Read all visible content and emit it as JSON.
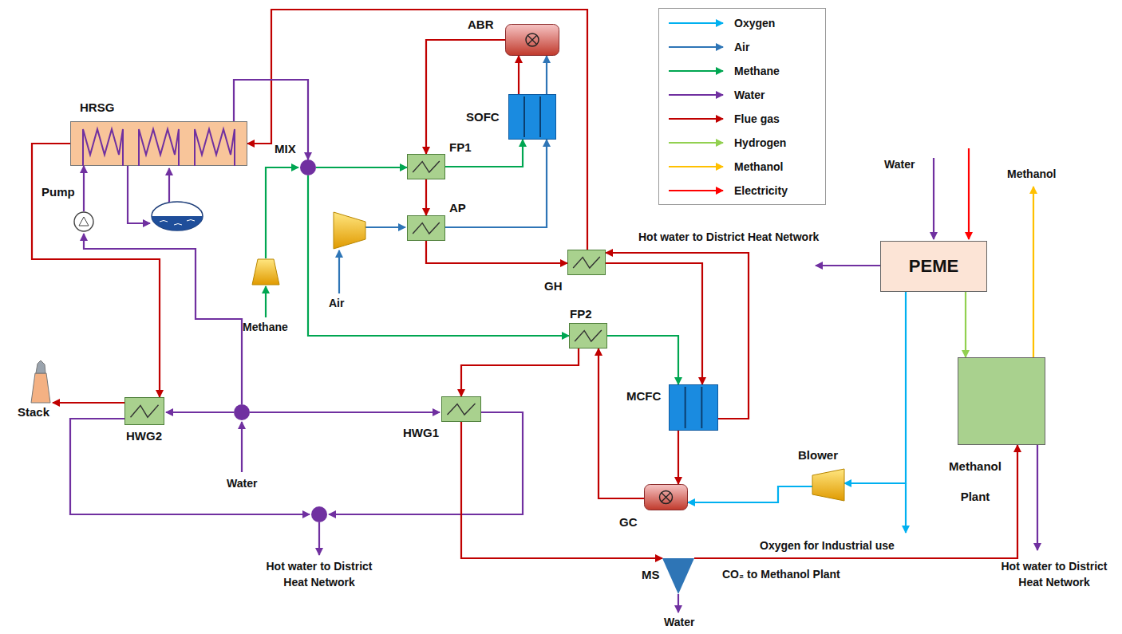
{
  "diagram": {
    "nodes": [
      {
        "text": [
          "ABR"
        ]
      },
      {
        "text": [
          "HRSG"
        ]
      },
      {
        "text": [
          "MIX"
        ]
      },
      {
        "text": [
          "SOFC"
        ]
      },
      {
        "text": [
          "FP1"
        ]
      },
      {
        "text": [
          "Pump"
        ]
      },
      {
        "text": [
          "AP"
        ]
      },
      {
        "text": [
          "GH"
        ]
      },
      {
        "text": [
          "PEME"
        ]
      },
      {
        "text": [
          "FP2"
        ]
      },
      {
        "text": [
          "Stack"
        ]
      },
      {
        "text": [
          "HWG2"
        ]
      },
      {
        "text": [
          "HWG1"
        ]
      },
      {
        "text": [
          "MCFC"
        ]
      },
      {
        "text": [
          "Blower"
        ]
      },
      {
        "text": [
          "Methanol Plant"
        ]
      },
      {
        "text": [
          "GC"
        ]
      },
      {
        "text": [
          "MS"
        ]
      }
    ],
    "edges": [
      {
        "from": 3,
        "to": 0,
        "arrow": "to"
      },
      {
        "from": 3,
        "to": 0,
        "arrow": "to"
      },
      {
        "from": 0,
        "to": 4,
        "arrow": "to"
      },
      {
        "from": 4,
        "to": 3,
        "arrow": "to"
      },
      {
        "from": 4,
        "to": 6,
        "arrow": "to"
      },
      {
        "from": 6,
        "to": 3,
        "arrow": "to"
      },
      {
        "from": 6,
        "to": 7,
        "arrow": "to"
      },
      {
        "from": 7,
        "to": 1,
        "arrow": "to"
      },
      {
        "from": 1,
        "to": 2,
        "arrow": "to"
      },
      {
        "from": 2,
        "to": 4,
        "arrow": "to"
      },
      {
        "from": 2,
        "to": 9,
        "arrow": "to"
      },
      {
        "from": 9,
        "to": 13,
        "arrow": "to"
      },
      {
        "from": 7,
        "to": 13,
        "arrow": "to"
      },
      {
        "from": 13,
        "to": 7,
        "arrow": "to"
      },
      {
        "from": 13,
        "to": 16,
        "arrow": "to"
      },
      {
        "from": 16,
        "to": 9,
        "arrow": "to"
      },
      {
        "from": 9,
        "to": 12,
        "arrow": "to"
      },
      {
        "from": 12,
        "to": 17,
        "arrow": "to"
      },
      {
        "from": 17,
        "to": 15,
        "arrow": "to"
      },
      {
        "from": 14,
        "to": 16,
        "arrow": "to"
      },
      {
        "from": 8,
        "to": 14,
        "arrow": "to"
      },
      {
        "from": 8,
        "to": 15,
        "arrow": "to"
      },
      {
        "from": 1,
        "to": 11,
        "arrow": "to"
      },
      {
        "from": 11,
        "to": 10,
        "arrow": "to"
      },
      {
        "from": 5,
        "to": 1,
        "arrow": "to"
      }
    ],
    "labels": [
      "Water",
      "Methanol",
      "Hot water to District Heat Network",
      "Air",
      "Methane",
      "Water",
      "Hot water to District Heat Network",
      "Oxygen for Industrial use",
      "CO₂ to Methanol Plant",
      "Water",
      "Hot water to District Heat Network"
    ],
    "legend": [
      {
        "text": "Oxygen",
        "color": "#00b0f0"
      },
      {
        "text": "Air",
        "color": "#2e75b6"
      },
      {
        "text": "Methane",
        "color": "#00a651"
      },
      {
        "text": "Water",
        "color": "#7030a0"
      },
      {
        "text": "Flue gas",
        "color": "#c00000"
      },
      {
        "text": "Hydrogen",
        "color": "#92d050"
      },
      {
        "text": "Methanol",
        "color": "#ffc000"
      },
      {
        "text": "Electricity",
        "color": "#ff0000"
      }
    ]
  }
}
